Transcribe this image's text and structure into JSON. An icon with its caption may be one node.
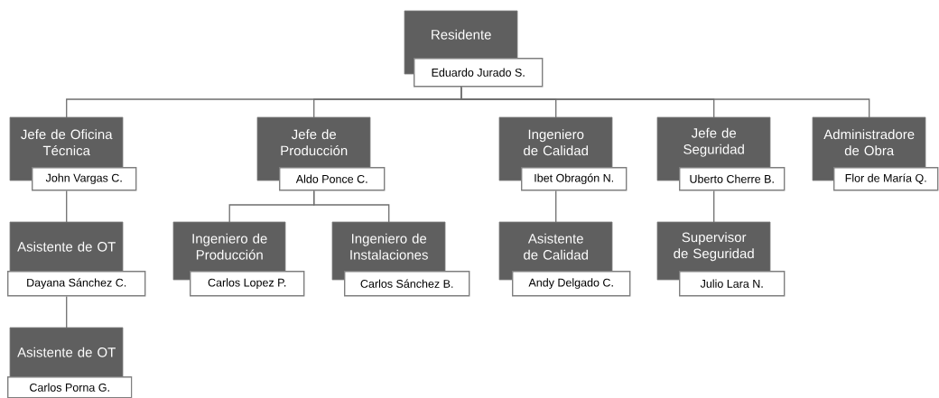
{
  "diagram": {
    "nodes": [
      {
        "text": [
          "Residente",
          "Eduardo Jurado S."
        ]
      },
      {
        "text": [
          "Jefe de Oficina Técnica",
          "John Vargas C."
        ]
      },
      {
        "text": [
          "Jefe de Producción",
          "Aldo Ponce C."
        ]
      },
      {
        "text": [
          "Ingeniero de Calidad",
          "Ibet Obragón N."
        ]
      },
      {
        "text": [
          "Jefe de Seguridad",
          "Uberto Cherre B."
        ]
      },
      {
        "text": [
          "Administradore de Obra",
          "Flor de María Q."
        ]
      },
      {
        "text": [
          "Asistente de OT",
          "Dayana Sánchez C."
        ]
      },
      {
        "text": [
          "Ingeniero de Producción",
          "Carlos Lopez P."
        ]
      },
      {
        "text": [
          "Ingeniero de Instalaciones",
          "Carlos Sánchez B."
        ]
      },
      {
        "text": [
          "Asistente de Calidad",
          "Andy Delgado C."
        ]
      },
      {
        "text": [
          "Supervisor de Seguridad",
          "Julio Lara N."
        ]
      },
      {
        "text": [
          "Asistente de OT",
          "Carlos Porna G."
        ]
      }
    ],
    "edges": [
      {
        "from": 0,
        "to": 1,
        "arrow": "none"
      },
      {
        "from": 0,
        "to": 2,
        "arrow": "none"
      },
      {
        "from": 0,
        "to": 3,
        "arrow": "none"
      },
      {
        "from": 0,
        "to": 4,
        "arrow": "none"
      },
      {
        "from": 0,
        "to": 5,
        "arrow": "none"
      },
      {
        "from": 1,
        "to": 6,
        "arrow": "none"
      },
      {
        "from": 6,
        "to": 11,
        "arrow": "none"
      },
      {
        "from": 2,
        "to": 7,
        "arrow": "none"
      },
      {
        "from": 2,
        "to": 8,
        "arrow": "none"
      },
      {
        "from": 3,
        "to": 9,
        "arrow": "none"
      },
      {
        "from": 4,
        "to": 10,
        "arrow": "none"
      }
    ]
  }
}
